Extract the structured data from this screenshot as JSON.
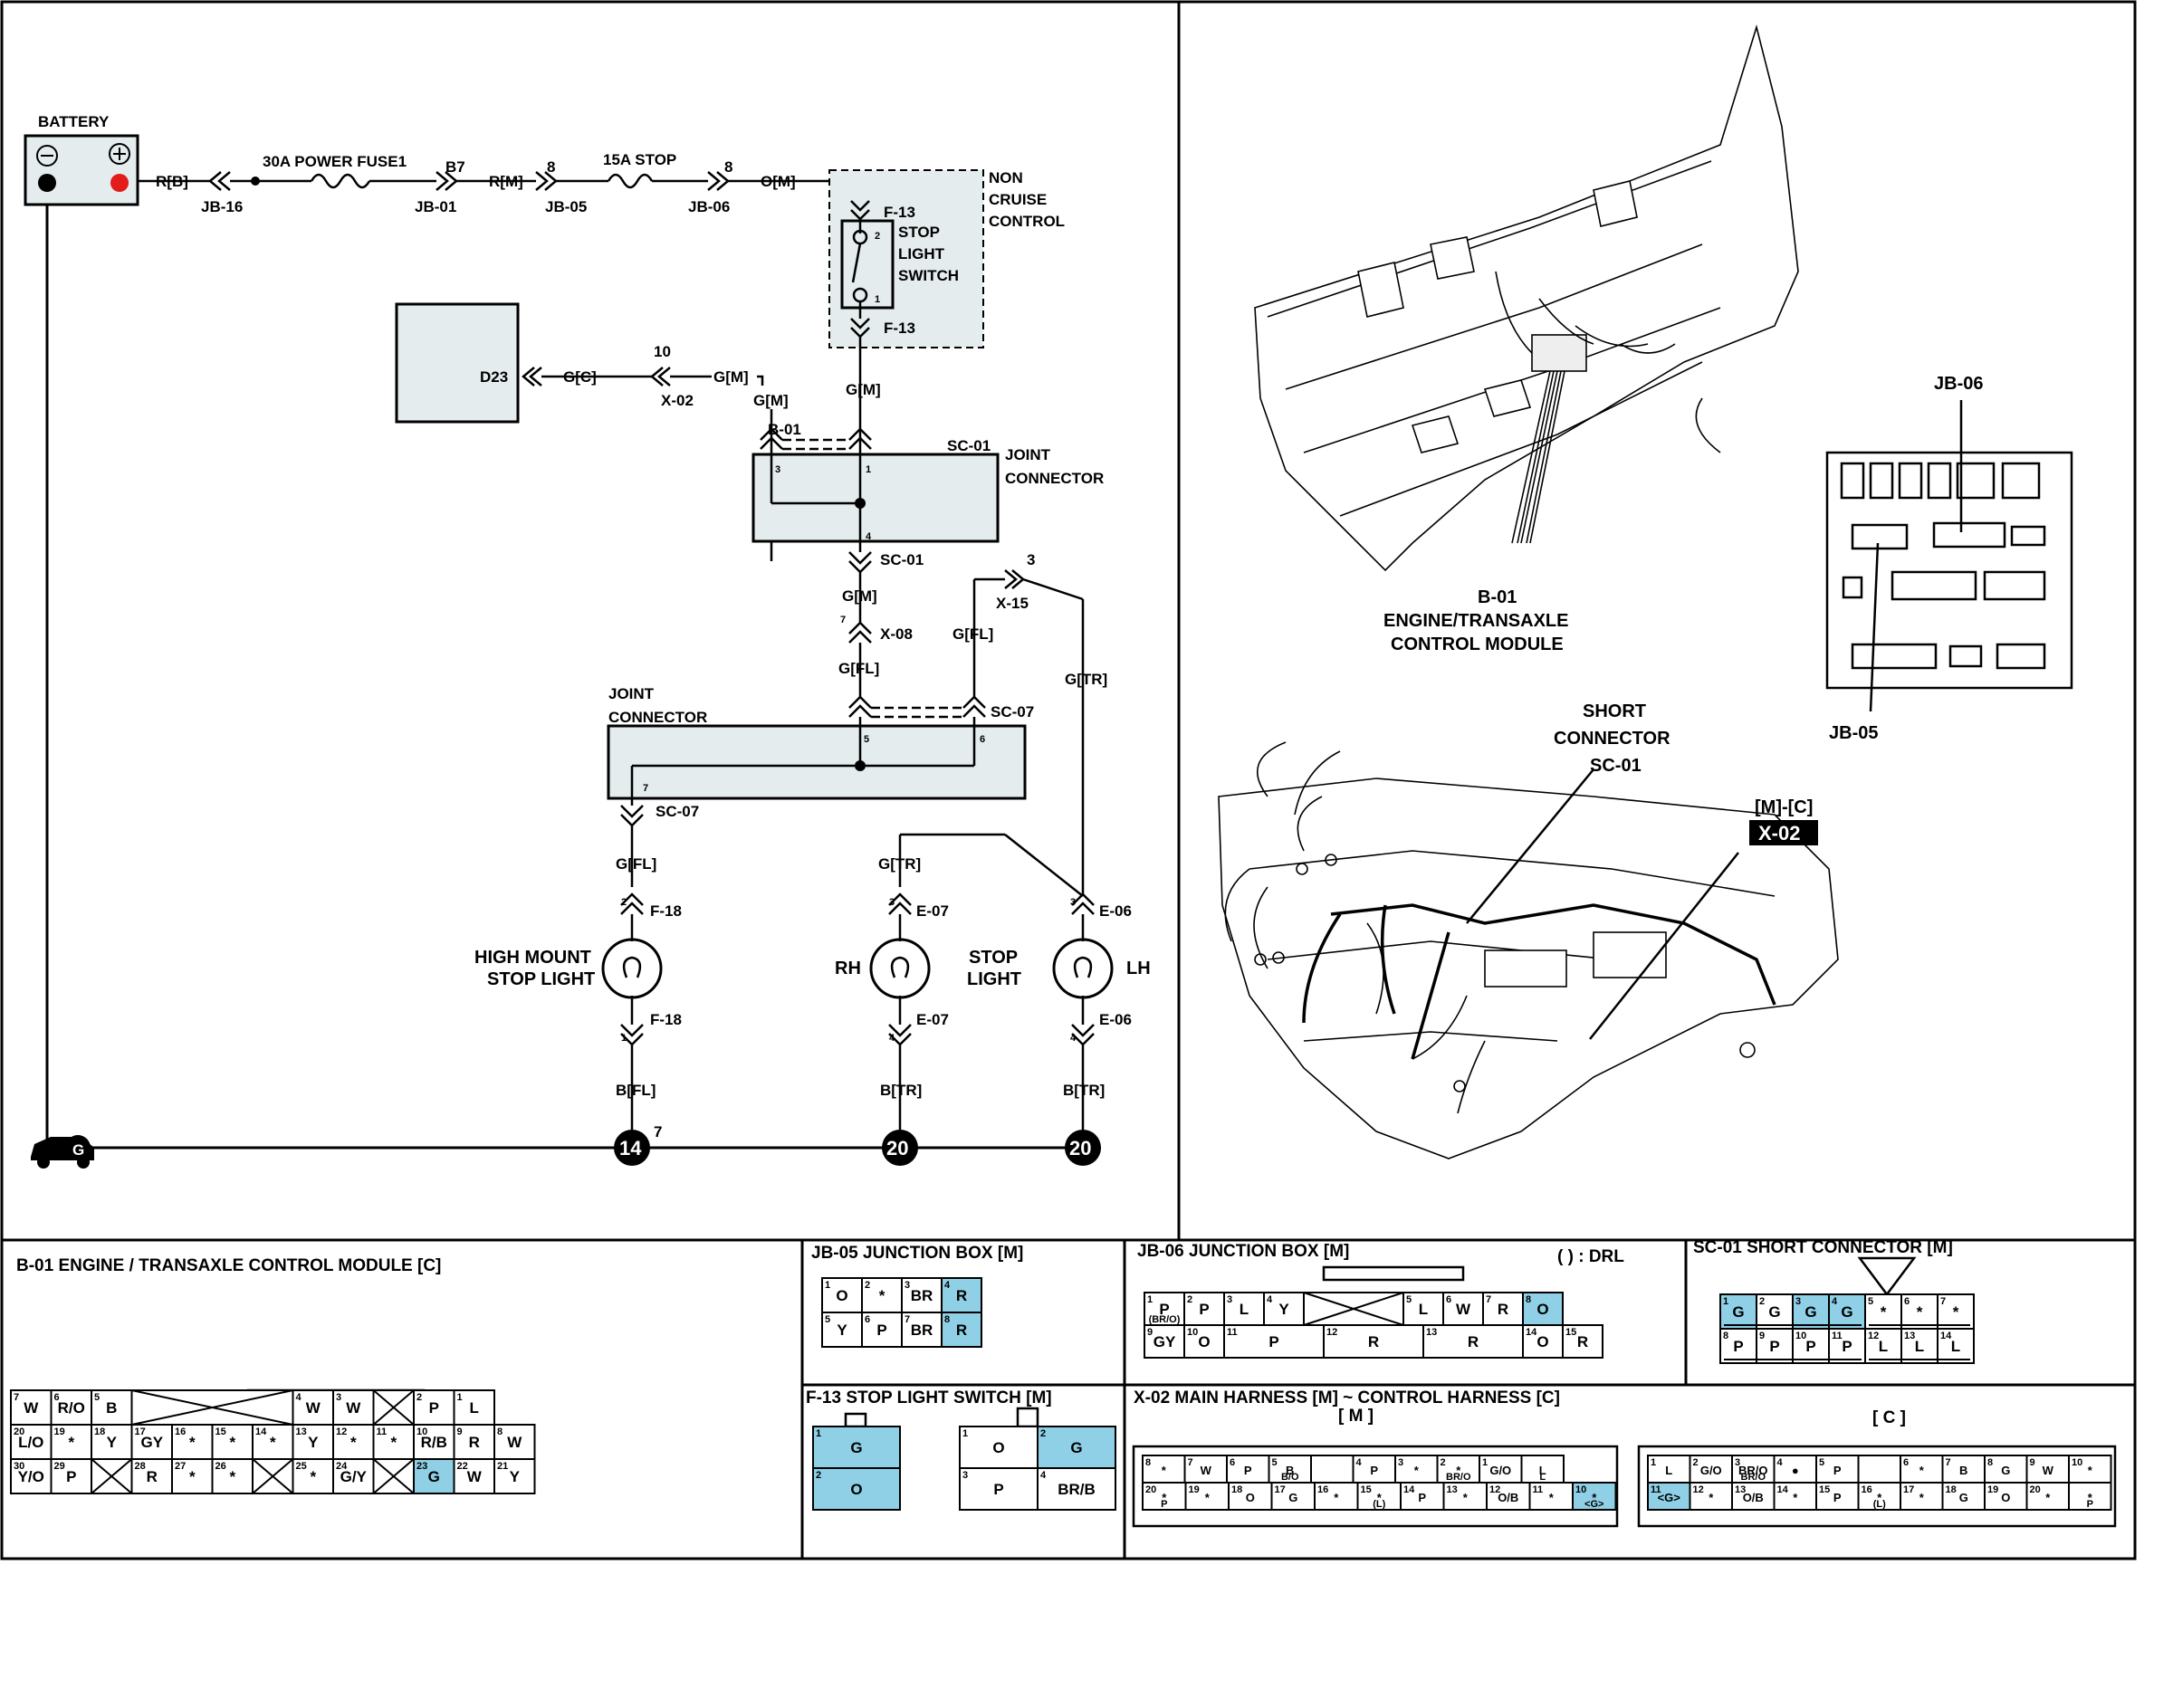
{
  "schematic": {
    "battery": "BATTERY",
    "wire_rb": "R[B]",
    "jb16": "JB-16",
    "fuse1": "30A POWER FUSE1",
    "b7": "B7",
    "jb01": "JB-01",
    "wire_rm": "R[M]",
    "pin8a": "8",
    "jb05": "JB-05",
    "fuse2": "15A STOP",
    "pin8b": "8",
    "jb06": "JB-06",
    "wire_om": "O[M]",
    "non_cruise": [
      "NON",
      "CRUISE",
      "CONTROL"
    ],
    "f13_top": "F-13",
    "f13_bottom": "F-13",
    "switch_label": [
      "STOP",
      "LIGHT",
      "SWITCH"
    ],
    "sw_pin2": "2",
    "sw_pin1": "1",
    "d23": "D23",
    "wire_gc": "G[C]",
    "pin10": "10",
    "wire_gm_x02": "G[M]",
    "x02": "X-02",
    "wire_gm_b01": "G[M]",
    "b01": "B-01",
    "wire_gm_sw": "G[M]",
    "sc01_top": "SC-01",
    "joint1": [
      "JOINT",
      "CONNECTOR"
    ],
    "jc1_pin3": "3",
    "jc1_pin1": "1",
    "jc1_pin4": "4",
    "sc01_bottom": "SC-01",
    "wire_gm_mid": "G[M]",
    "pin7_x08": "7",
    "x08": "X-08",
    "wire_gfl_mid": "G[FL]",
    "pin3_x15": "3",
    "x15": "X-15",
    "wire_gfl_x15": "G[FL]",
    "wire_gtr_x15": "G[TR]",
    "joint2": [
      "JOINT",
      "CONNECTOR"
    ],
    "sc07_top": "SC-07",
    "jc2_pin5": "5",
    "jc2_pin6": "6",
    "jc2_pin7": "7",
    "sc07_bottom": "SC-07",
    "wire_gfl_low": "G[FL]",
    "wire_gtr_low": "G[TR]",
    "f18_top": "F-18",
    "f18_bottom": "F-18",
    "e07_top": "E-07",
    "e07_bottom": "E-07",
    "e06_top": "E-06",
    "e06_bottom": "E-06",
    "pin2_f18": "2",
    "pin1_f18": "1",
    "pin3_e07": "3",
    "pin4_e07": "4",
    "pin3_e06": "3",
    "pin4_e06": "4",
    "high_mount": [
      "HIGH MOUNT",
      "STOP LIGHT"
    ],
    "rh": "RH",
    "stop_light": [
      "STOP",
      "LIGHT"
    ],
    "lh": "LH",
    "wire_bfl": "B[FL]",
    "wire_btr1": "B[TR]",
    "wire_btr2": "B[TR]",
    "ground_g": "G",
    "ground_14": "14",
    "ground_14_sup": "7",
    "ground_20a": "20",
    "ground_20b": "20"
  },
  "locator": {
    "jb06": "JB-06",
    "jb05": "JB-05",
    "b01_lines": [
      "B-01",
      "ENGINE/TRANSAXLE",
      "CONTROL MODULE"
    ],
    "short_conn": [
      "SHORT",
      "CONNECTOR",
      "SC-01"
    ],
    "mc": "[M]-[C]",
    "x02": "X-02"
  },
  "panels": {
    "b01_title": "B-01 ENGINE / TRANSAXLE CONTROL MODULE [C]",
    "jb05_title": "JB-05 JUNCTION BOX [M]",
    "jb06_title": "JB-06 JUNCTION BOX [M]",
    "jb06_drl": "(      ) : DRL",
    "sc01_title": "SC-01 SHORT CONNECTOR [M]",
    "f13_title": "F-13 STOP LIGHT SWITCH [M]",
    "x02_title": "X-02 MAIN HARNESS [M] ~ CONTROL HARNESS [C]",
    "x02_m": "[ M ]",
    "x02_c": "[ C ]"
  },
  "b01_grid": [
    [
      [
        "7",
        "W"
      ],
      [
        "6",
        "R/O"
      ],
      [
        "5",
        "B"
      ],
      [
        "",
        ""
      ],
      [
        "",
        ""
      ],
      [
        "",
        ""
      ],
      [
        "",
        ""
      ],
      [
        "4",
        "W"
      ],
      [
        "3",
        "W"
      ],
      [
        "",
        ""
      ],
      [
        "2",
        "P"
      ],
      [
        "1",
        "L"
      ]
    ],
    [
      [
        "20",
        "L/O"
      ],
      [
        "19",
        "*"
      ],
      [
        "18",
        "Y"
      ],
      [
        "17",
        "GY"
      ],
      [
        "16",
        "*"
      ],
      [
        "15",
        "*"
      ],
      [
        "14",
        "*"
      ],
      [
        "13",
        "Y"
      ],
      [
        "12",
        "*"
      ],
      [
        "11",
        "*"
      ],
      [
        "10",
        "R/B"
      ],
      [
        "9",
        "R"
      ],
      [
        "8",
        "W"
      ]
    ],
    [
      [
        "30",
        "Y/O"
      ],
      [
        "29",
        "P"
      ],
      [
        "",
        ""
      ],
      [
        "28",
        "R"
      ],
      [
        "27",
        "*"
      ],
      [
        "26",
        "*"
      ],
      [
        "",
        ""
      ],
      [
        "25",
        "*"
      ],
      [
        "24",
        "G/Y"
      ],
      [
        "",
        ""
      ],
      [
        "23",
        "G"
      ],
      [
        "22",
        "W"
      ],
      [
        "21",
        "Y"
      ]
    ]
  ],
  "jb05_grid": [
    [
      [
        "1",
        "O"
      ],
      [
        "2",
        "*"
      ],
      [
        "3",
        "BR"
      ],
      [
        "4",
        "R"
      ]
    ],
    [
      [
        "5",
        "Y"
      ],
      [
        "6",
        "P"
      ],
      [
        "7",
        "BR"
      ],
      [
        "8",
        "R"
      ]
    ]
  ],
  "jb06_row1": [
    [
      "1",
      "P",
      "(BR/O)"
    ],
    [
      "2",
      "P",
      ""
    ],
    [
      "3",
      "L",
      ""
    ],
    [
      "4",
      "Y",
      ""
    ],
    [
      "",
      "",
      " "
    ],
    [
      "5",
      "L",
      ""
    ],
    [
      "6",
      "W",
      ""
    ],
    [
      "7",
      "R",
      ""
    ],
    [
      "8",
      "O",
      ""
    ]
  ],
  "jb06_row2": [
    [
      "9",
      "GY",
      ""
    ],
    [
      "10",
      "O",
      ""
    ],
    [
      "11",
      "P",
      ""
    ],
    [
      "12",
      "R",
      ""
    ],
    [
      "13",
      "R",
      ""
    ],
    [
      "14",
      "O",
      ""
    ],
    [
      "15",
      "R",
      ""
    ]
  ],
  "sc01_row1": [
    [
      "1",
      "G"
    ],
    [
      "2",
      "G"
    ],
    [
      "3",
      "G"
    ],
    [
      "4",
      "G"
    ],
    [
      "5",
      "*"
    ],
    [
      "6",
      "*"
    ],
    [
      "7",
      "*"
    ]
  ],
  "sc01_row2": [
    [
      "8",
      "P"
    ],
    [
      "9",
      "P"
    ],
    [
      "10",
      "P"
    ],
    [
      "11",
      "P"
    ],
    [
      "12",
      "L"
    ],
    [
      "13",
      "L"
    ],
    [
      "14",
      "L"
    ]
  ],
  "f13_left": [
    [
      "1",
      "G"
    ],
    [
      "2",
      "O"
    ]
  ],
  "f13_right": [
    [
      "1",
      "O"
    ],
    [
      "2",
      "G"
    ],
    [
      "3",
      "P"
    ],
    [
      "4",
      "BR/B"
    ]
  ],
  "x02m_row1": [
    [
      "8",
      "*"
    ],
    [
      "7",
      "W"
    ],
    [
      "6",
      "P"
    ],
    [
      "5",
      "B",
      "B/O"
    ],
    [
      "",
      ""
    ],
    [
      "4",
      "P"
    ],
    [
      "3",
      "*"
    ],
    [
      "2",
      "*",
      "BR/O"
    ],
    [
      "1",
      "G/O"
    ],
    [
      "",
      "L",
      "L"
    ]
  ],
  "x02m_row2": [
    [
      "20",
      "*",
      "P"
    ],
    [
      "19",
      "*"
    ],
    [
      "18",
      "O"
    ],
    [
      "17",
      "G"
    ],
    [
      "16",
      "*"
    ],
    [
      "15",
      "*",
      "(L)"
    ],
    [
      "14",
      "P"
    ],
    [
      "13",
      "*"
    ],
    [
      "12",
      "O/B"
    ],
    [
      "11",
      "*"
    ],
    [
      "10",
      "*",
      "<G>"
    ]
  ],
  "x02c_row1": [
    [
      "1",
      "L"
    ],
    [
      "2",
      "G/O"
    ],
    [
      "3",
      "BR/O",
      "BR/O"
    ],
    [
      "4",
      "●"
    ],
    [
      "5",
      "P"
    ],
    [
      "",
      ""
    ],
    [
      "6",
      "*"
    ],
    [
      "7",
      "B"
    ],
    [
      "8",
      "G"
    ],
    [
      "9",
      "W"
    ],
    [
      "10",
      "*"
    ]
  ],
  "x02c_row2": [
    [
      "11",
      "<G>"
    ],
    [
      "12",
      "*"
    ],
    [
      "13",
      "O/B"
    ],
    [
      "14",
      "*"
    ],
    [
      "15",
      "P"
    ],
    [
      "16",
      "*",
      "(L)"
    ],
    [
      "17",
      "*"
    ],
    [
      "18",
      "G"
    ],
    [
      "19",
      "O"
    ],
    [
      "20",
      "*"
    ],
    [
      "",
      "*",
      "P"
    ]
  ],
  "colors": {
    "highlight": "#8fd0e6",
    "box_fill": "#e4ecee",
    "line": "#000000"
  }
}
